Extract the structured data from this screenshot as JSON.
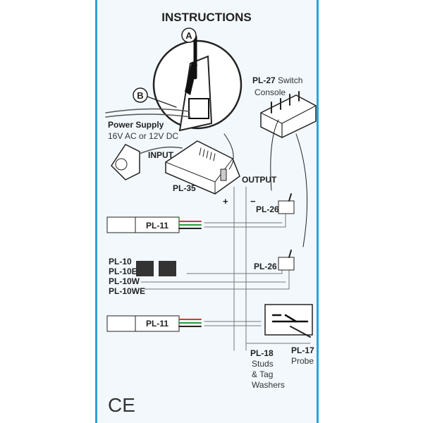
{
  "title": "INSTRUCTIONS",
  "callouts": {
    "a": "A",
    "b": "B"
  },
  "power_supply": {
    "name": "Power Supply",
    "spec": "16V AC or 12V DC"
  },
  "pl35": {
    "name": "PL-35",
    "input": "INPUT",
    "output": "OUTPUT",
    "plus": "+",
    "minus": "−"
  },
  "pl27": {
    "code": "PL-27",
    "desc1": "Switch",
    "desc2": "Console"
  },
  "pl26a": "PL-26",
  "pl26b": "PL-26",
  "pl11a": "PL-11",
  "pl11b": "PL-11",
  "pl10": [
    "PL-10",
    "PL-10E",
    "PL-10W",
    "PL-10WE"
  ],
  "pl18": {
    "code": "PL-18",
    "desc": [
      "Studs",
      "& Tag",
      "Washers"
    ]
  },
  "pl17": {
    "code": "PL-17",
    "desc": "Probe"
  },
  "ce_mark": "CE",
  "colors": {
    "border": "#2aa3dc",
    "panel": "#f2f8fc",
    "wire_red": "#d23a2a",
    "wire_green": "#2a9a3a"
  }
}
